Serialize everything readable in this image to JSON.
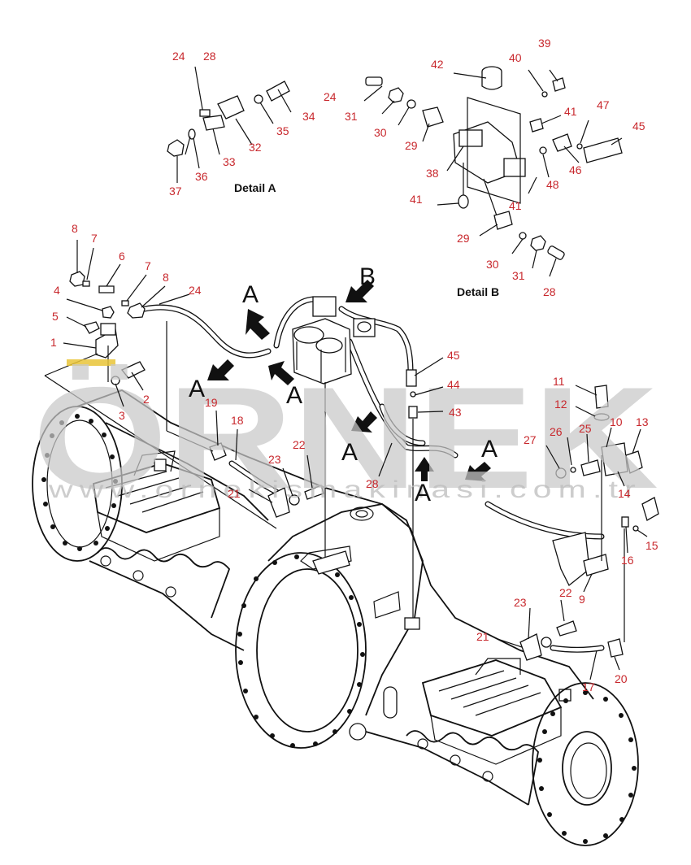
{
  "watermark": {
    "brand": "ÖRNEK",
    "url": "www.ornekismakinasi.com.tr",
    "accent_color": "#e9c437",
    "color": "#c9c9c9"
  },
  "detail_labels": {
    "detail_a": "Detail A",
    "detail_b": "Detail B"
  },
  "view_letters": [
    "A",
    "A",
    "A",
    "A",
    "A",
    "A",
    "B"
  ],
  "colors": {
    "part_number": "#c8282d",
    "line": "#111111"
  },
  "part_numbers": [
    "24",
    "28",
    "34",
    "35",
    "32",
    "33",
    "36",
    "37",
    "24",
    "31",
    "30",
    "29",
    "38",
    "42",
    "39",
    "40",
    "41",
    "47",
    "45",
    "46",
    "48",
    "41",
    "41",
    "29",
    "30",
    "31",
    "28",
    "8",
    "7",
    "6",
    "7",
    "8",
    "24",
    "4",
    "5",
    "1",
    "2",
    "3",
    "19",
    "18",
    "21",
    "23",
    "22",
    "45",
    "44",
    "43",
    "28",
    "11",
    "12",
    "10",
    "13",
    "27",
    "26",
    "25",
    "14",
    "15",
    "16",
    "9",
    "22",
    "23",
    "21",
    "17",
    "20"
  ]
}
